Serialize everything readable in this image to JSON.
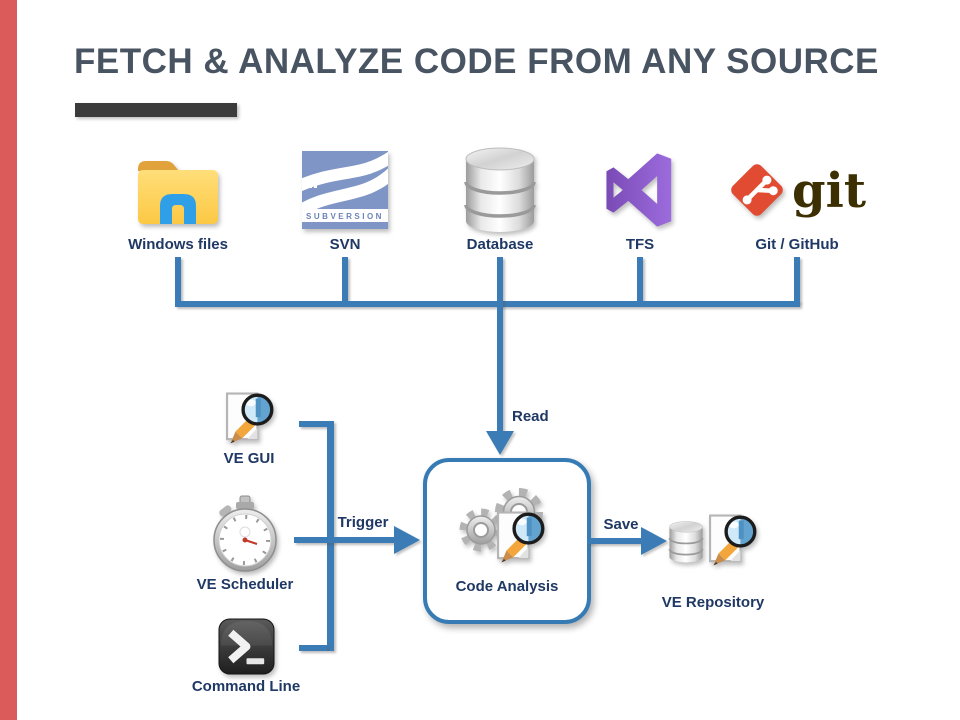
{
  "title": "FETCH & ANALYZE CODE FROM ANY SOURCE",
  "sources": [
    {
      "label": "Windows files",
      "icon": "windows-folder-icon"
    },
    {
      "label": "SVN",
      "icon": "subversion-icon",
      "logo_text": "SUBVERSION"
    },
    {
      "label": "Database",
      "icon": "database-cylinder-icon"
    },
    {
      "label": "TFS",
      "icon": "visual-studio-icon"
    },
    {
      "label": "Git / GitHub",
      "icon": "git-icon",
      "logo_text": "git"
    }
  ],
  "triggers": [
    {
      "label": "VE GUI",
      "icon": "document-magnifier-icon"
    },
    {
      "label": "VE Scheduler",
      "icon": "stopwatch-icon"
    },
    {
      "label": "Command Line",
      "icon": "terminal-icon"
    }
  ],
  "process": {
    "label": "Code Analysis",
    "icon": "gears-magnifier-icon"
  },
  "output": {
    "label": "VE Repository",
    "icon": "database-magnifier-icon"
  },
  "edges": {
    "read": "Read",
    "trigger": "Trigger",
    "save": "Save"
  },
  "colors": {
    "sidebar_strip": "#DB5A5A",
    "title_text": "#485462",
    "title_underline": "#3B3B3B",
    "connector_blue": "#3C7CB6",
    "label_navy": "#1F3864",
    "git_orange": "#E04B31",
    "vs_purple": "#8A5FC9",
    "svn_blue": "#7E95C6",
    "folder_yellow": "#FFD05A",
    "terminal_dark": "#2B2B2B"
  }
}
